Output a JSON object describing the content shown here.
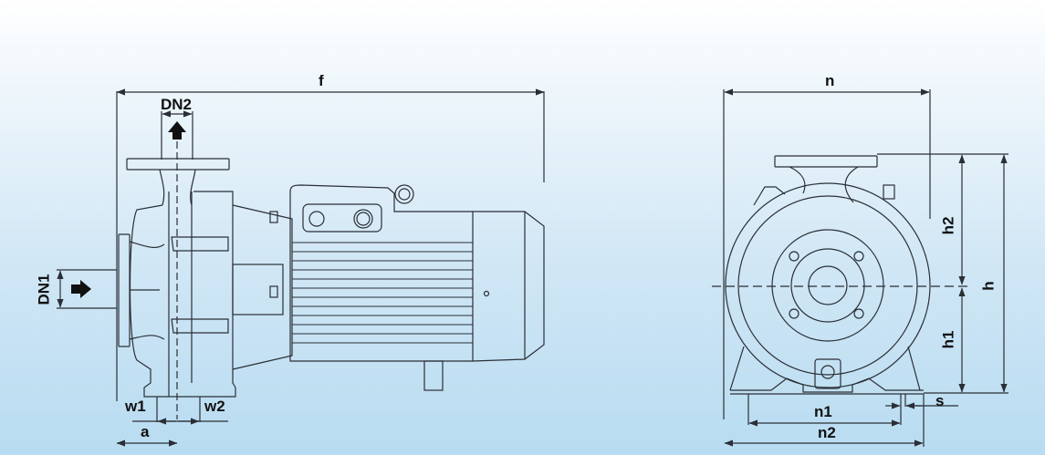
{
  "diagram": {
    "title": "Centrifugal pump dimension drawing",
    "views": [
      "side-view",
      "front-view"
    ],
    "colors": {
      "line": "#2a2f36",
      "background_top": "#ffffff",
      "background_bottom": "#b8dcf1"
    },
    "side_view": {
      "labels": {
        "f": "f",
        "dn2": "DN2",
        "dn1": "DN1",
        "w1": "w1",
        "w2": "w2",
        "a": "a"
      }
    },
    "front_view": {
      "labels": {
        "n": "n",
        "h2": "h2",
        "h": "h",
        "h1": "h1",
        "n1": "n1",
        "n2": "n2",
        "s": "s"
      }
    }
  }
}
